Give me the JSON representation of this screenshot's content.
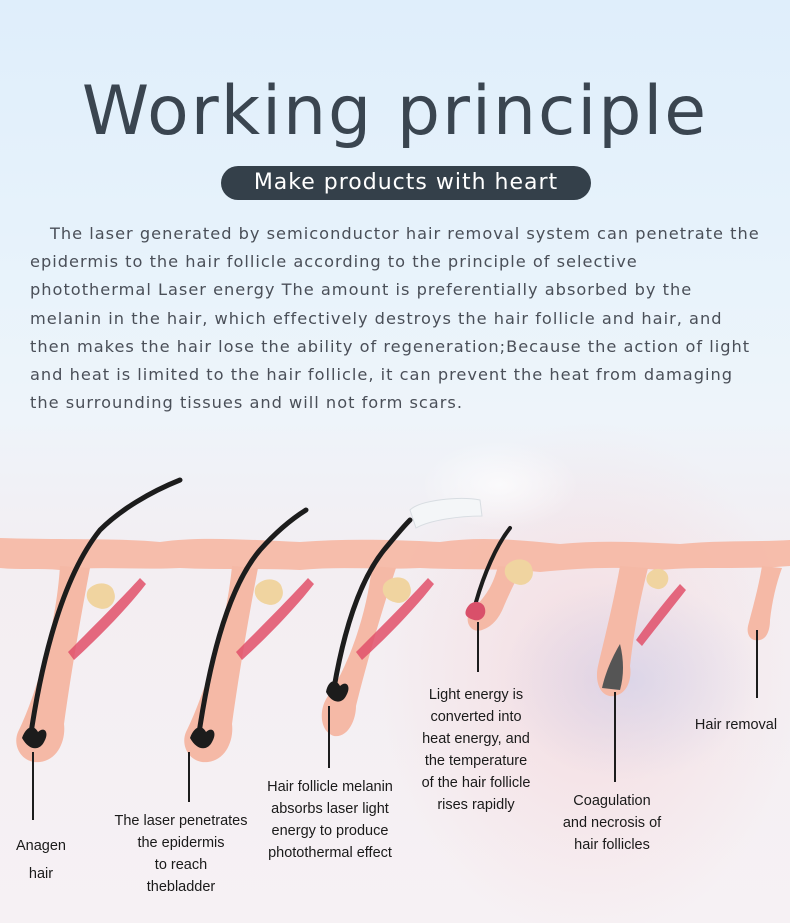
{
  "header": {
    "title": "Working principle",
    "subtitle": "Make products with heart"
  },
  "description": "The laser generated by semiconductor hair removal system can penetrate the epidermis to the hair follicle according to the principle of selective photothermal Laser energy The amount is preferentially absorbed by the melanin in the hair, which effectively destroys the hair follicle and hair, and then makes the hair lose the ability of regeneration;Because the action of light and heat is limited to the hair follicle, it can prevent the heat from damaging the surrounding tissues and will not form scars.",
  "stages": [
    {
      "label": "Anagen\nhair"
    },
    {
      "label": "The laser penetrates\nthe epidermis\nto reach\nthebladder"
    },
    {
      "label": "Hair follicle melanin\nabsorbs laser light\nenergy to produce\nphotothermal effect"
    },
    {
      "label": "Light energy is\nconverted into\nheat energy, and\nthe temperature\nof the hair follicle\nrises rapidly"
    },
    {
      "label": "Coagulation\nand necrosis of\nhair follicles"
    },
    {
      "label": "Hair removal"
    }
  ],
  "colors": {
    "skin": "#f5b9a6",
    "muscle": "#e0506a",
    "gland": "#f0d4a0",
    "hair": "#1c1c1c",
    "pill": "#34404a"
  }
}
